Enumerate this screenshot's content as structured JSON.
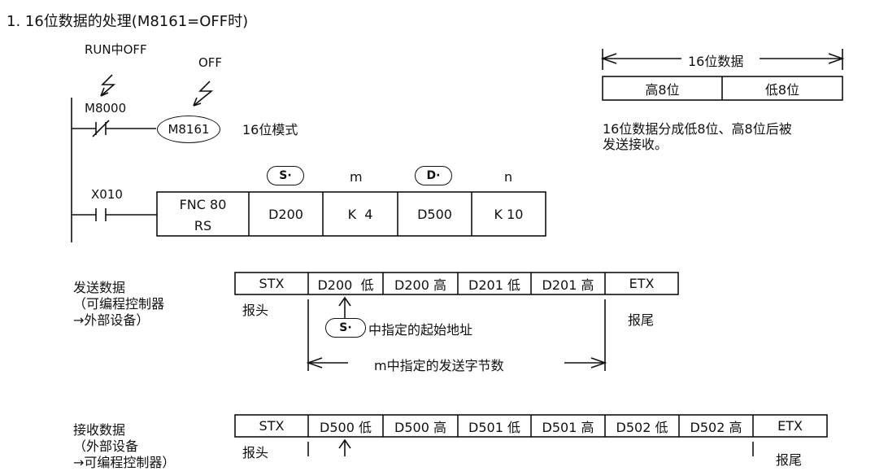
{
  "heading": "1. 16位数据的处理(M8161=OFF时)",
  "ladder": {
    "run_off": "RUN中OFF",
    "off": "OFF",
    "m8000": "M8000",
    "m8161": "M8161",
    "mode_16bit": "16位模式",
    "x010": "X010",
    "op_s": "S·",
    "op_m": "m",
    "op_d": "D·",
    "op_n": "n",
    "fnc_line1": "FNC 80",
    "fnc_line2": "RS",
    "arg_s": "D200",
    "arg_m": "K  4",
    "arg_d": "D500",
    "arg_n": "K 10"
  },
  "data16": {
    "label": "16位数据",
    "high": "高8位",
    "low": "低8位",
    "note_line1": "16位数据分成低8位、高8位后被",
    "note_line2": "发送接收。"
  },
  "send": {
    "title": "发送数据",
    "sub1": "（可编程控制器",
    "sub2": "→外部设备）",
    "cells": [
      "STX",
      "D200  低",
      "D200 高",
      "D201 低",
      "D201 高",
      "ETX"
    ],
    "header": "报头",
    "trailer": "报尾",
    "start_marker": "S·",
    "start_text": "中指定的起始地址",
    "count_text": "m中指定的发送字节数"
  },
  "receive": {
    "title": "接收数据",
    "sub1": "（外部设备",
    "sub2": "→可编程控制器）",
    "cells": [
      "STX",
      "D500 低",
      "D500 高",
      "D501 低",
      "D501 高",
      "D502 低",
      "D502 高",
      "ETX"
    ],
    "header": "报头",
    "trailer": "报尾"
  }
}
